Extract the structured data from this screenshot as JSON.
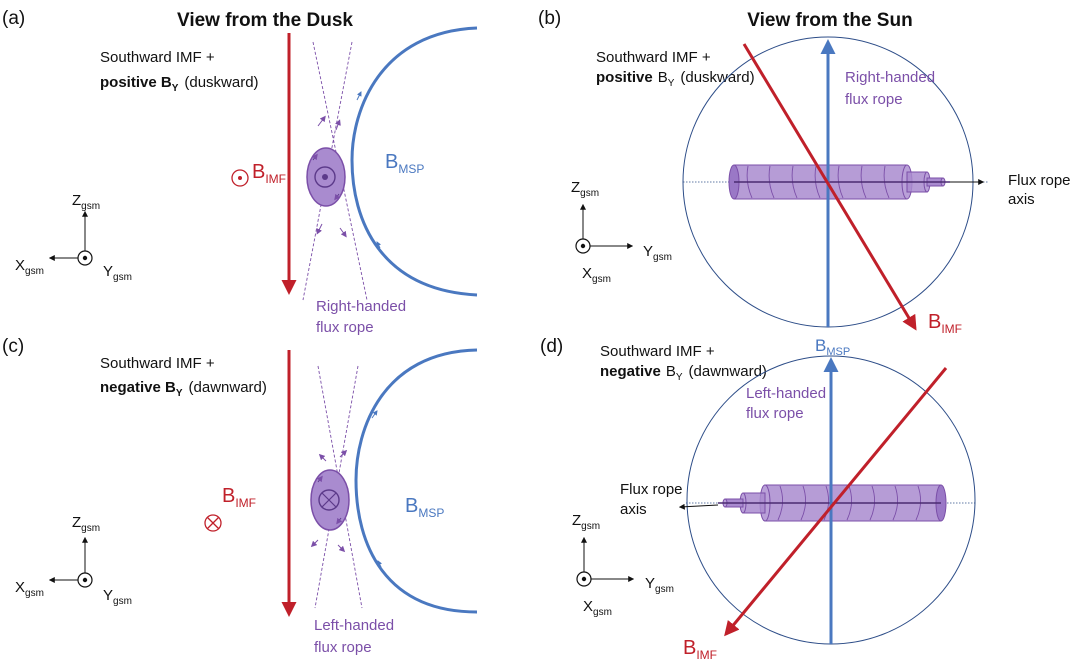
{
  "colors": {
    "imf": "#c0202a",
    "msp": "#4a78c0",
    "rope": "#7b4fa8",
    "rope_fill": "#a98bcf",
    "black": "#111111"
  },
  "headings": {
    "dusk": "View from the Dusk",
    "sun": "View from the Sun"
  },
  "panels": {
    "a": {
      "letter": "(a)",
      "imf_line1": "Southward IMF +",
      "imf_line2_bold": "positive B",
      "imf_line2_sub": "Y",
      "imf_line2_rest": "(duskward)",
      "b_imf": "B",
      "b_imf_sub": "IMF",
      "b_msp": "B",
      "b_msp_sub": "MSP",
      "rope_label_1": "Right-handed",
      "rope_label_2": "flux rope",
      "axes": {
        "z": "Z",
        "z_sub": "gsm",
        "x": "X",
        "x_sub": "gsm",
        "y": "Y",
        "y_sub": "gsm"
      }
    },
    "b": {
      "letter": "(b)",
      "imf_line1": "Southward IMF +",
      "imf_line2_bold": "positive",
      "imf_line2_b": "B",
      "imf_line2_sub": "Y",
      "imf_line2_rest": "(duskward)",
      "rope_label_1": "Right-handed",
      "rope_label_2": "flux rope",
      "axis_label_1": "Flux rope",
      "axis_label_2": "axis",
      "b_imf": "B",
      "b_imf_sub": "IMF",
      "axes": {
        "z": "Z",
        "z_sub": "gsm",
        "x": "X",
        "x_sub": "gsm",
        "y": "Y",
        "y_sub": "gsm"
      }
    },
    "c": {
      "letter": "(c)",
      "imf_line1": "Southward IMF +",
      "imf_line2_bold": "negative B",
      "imf_line2_sub": "Y",
      "imf_line2_rest": "(dawnward)",
      "b_imf": "B",
      "b_imf_sub": "IMF",
      "b_msp": "B",
      "b_msp_sub": "MSP",
      "rope_label_1": "Left-handed",
      "rope_label_2": "flux rope",
      "axes": {
        "z": "Z",
        "z_sub": "gsm",
        "x": "X",
        "x_sub": "gsm",
        "y": "Y",
        "y_sub": "gsm"
      }
    },
    "d": {
      "letter": "(d)",
      "imf_line1": "Southward IMF +",
      "imf_line2_bold": "negative",
      "imf_line2_b": "B",
      "imf_line2_sub": "Y",
      "imf_line2_rest": "(dawnward)",
      "b_msp": "B",
      "b_msp_sub": "MSP",
      "rope_label_1": "Left-handed",
      "rope_label_2": "flux rope",
      "axis_label_1": "Flux rope",
      "axis_label_2": "axis",
      "b_imf": "B",
      "b_imf_sub": "IMF",
      "axes": {
        "z": "Z",
        "z_sub": "gsm",
        "x": "X",
        "x_sub": "gsm",
        "y": "Y",
        "y_sub": "gsm"
      }
    }
  }
}
